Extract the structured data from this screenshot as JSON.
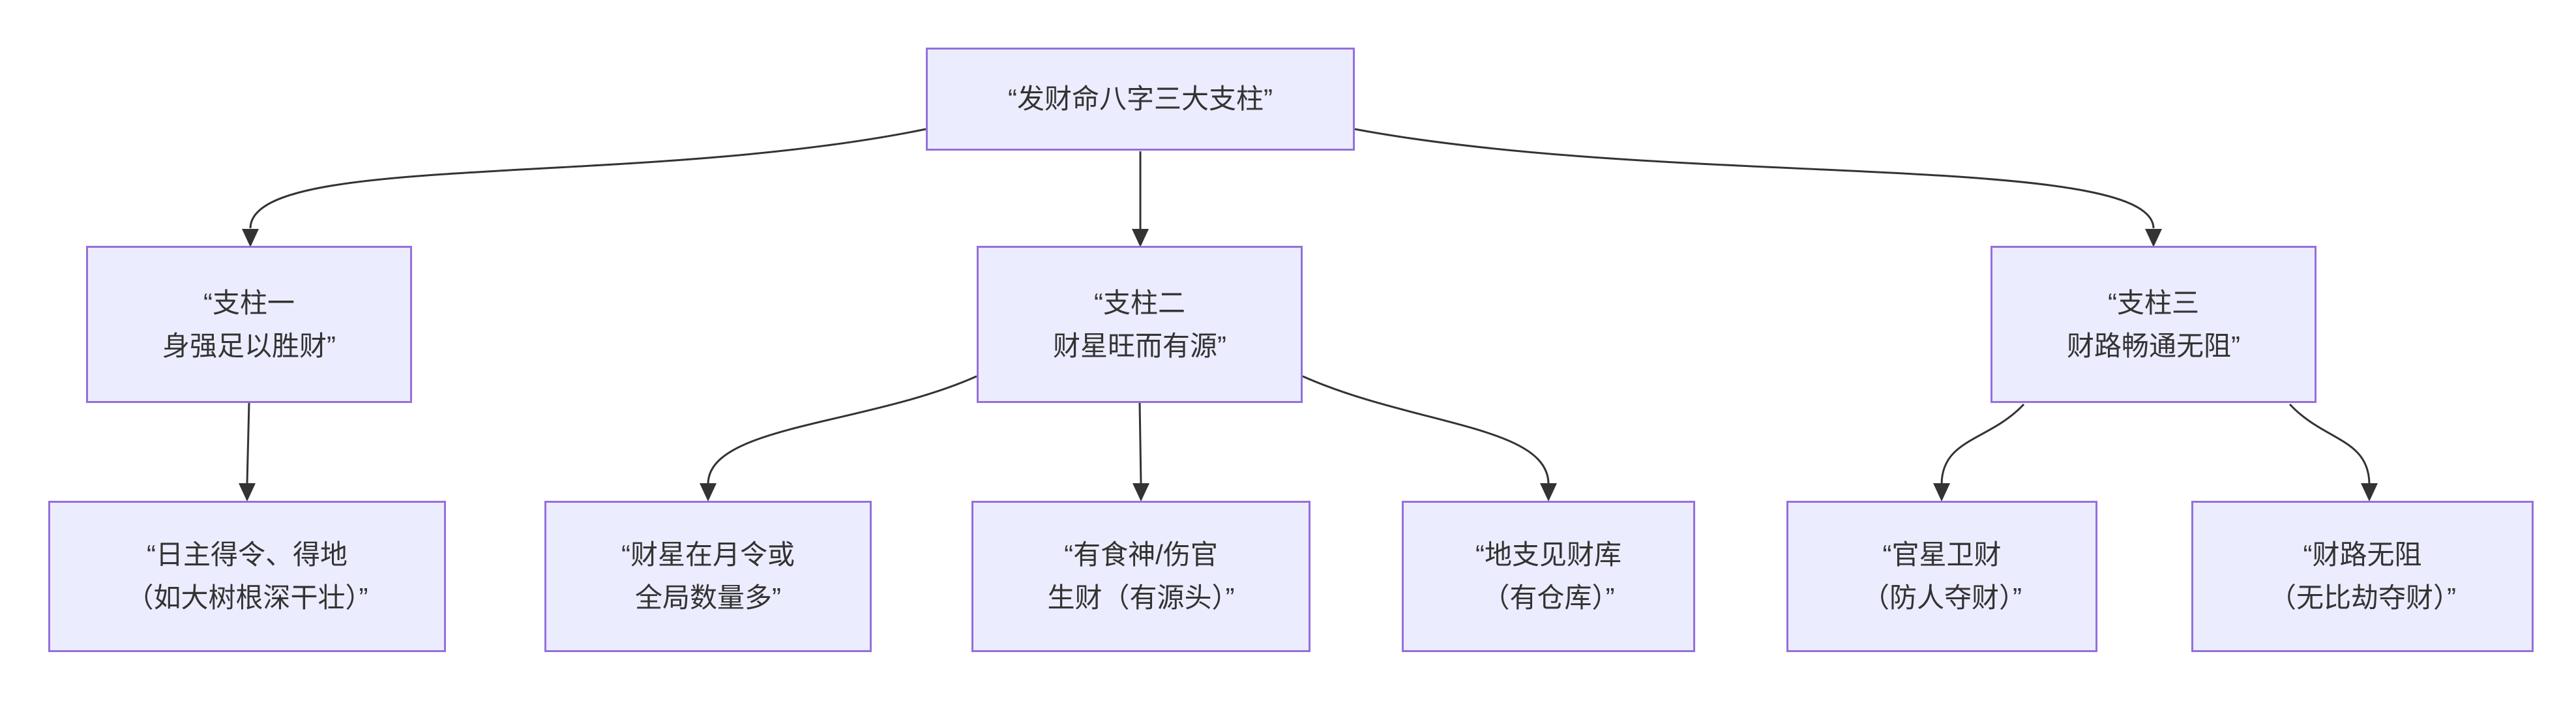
{
  "diagram": {
    "kind": "flowchart",
    "direction": "top-down",
    "colors": {
      "background": "#ffffff",
      "node_fill": "#ECECFF",
      "node_border": "#9370DB",
      "edge": "#333333",
      "text": "#333333"
    },
    "nodes": {
      "root": {
        "lines": [
          "“发财命八字三大支柱”"
        ]
      },
      "pillar1": {
        "lines": [
          "“支柱一",
          "身强足以胜财”"
        ]
      },
      "pillar2": {
        "lines": [
          "“支柱二",
          "财星旺而有源”"
        ]
      },
      "pillar3": {
        "lines": [
          "“支柱三",
          "财路畅通无阻”"
        ]
      },
      "leaf1": {
        "lines": [
          "“日主得令、得地",
          "（如大树根深干壮）”"
        ]
      },
      "leaf2": {
        "lines": [
          "“财星在月令或",
          "全局数量多”"
        ]
      },
      "leaf3": {
        "lines": [
          "“有食神/伤官",
          "生财（有源头）”"
        ]
      },
      "leaf4": {
        "lines": [
          "“地支见财库",
          "（有仓库）”"
        ]
      },
      "leaf5": {
        "lines": [
          "“官星卫财",
          "（防人夺财）”"
        ]
      },
      "leaf6": {
        "lines": [
          "“财路无阻",
          "（无比劫夺财）”"
        ]
      }
    },
    "edges": [
      {
        "from": "root",
        "to": "pillar1"
      },
      {
        "from": "root",
        "to": "pillar2"
      },
      {
        "from": "root",
        "to": "pillar3"
      },
      {
        "from": "pillar1",
        "to": "leaf1"
      },
      {
        "from": "pillar2",
        "to": "leaf2"
      },
      {
        "from": "pillar2",
        "to": "leaf3"
      },
      {
        "from": "pillar2",
        "to": "leaf4"
      },
      {
        "from": "pillar3",
        "to": "leaf5"
      },
      {
        "from": "pillar3",
        "to": "leaf6"
      }
    ]
  }
}
